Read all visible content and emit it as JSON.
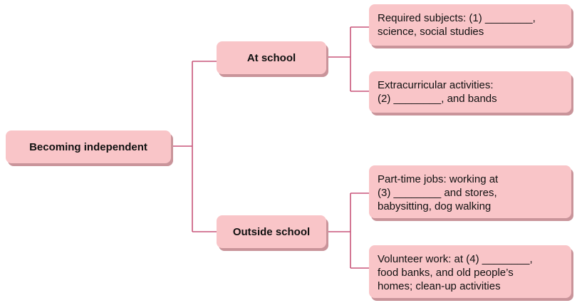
{
  "diagram": {
    "root": {
      "label": "Becoming independent"
    },
    "branches": [
      {
        "label": "At school",
        "children": [
          {
            "lines": [
              "Required subjects: (1) ________,",
              "science, social studies"
            ]
          },
          {
            "lines": [
              "Extracurricular activities:",
              "(2) ________, and bands"
            ]
          }
        ]
      },
      {
        "label": "Outside school",
        "children": [
          {
            "lines": [
              "Part-time jobs: working at",
              "(3) ________ and stores,",
              "babysitting, dog walking"
            ]
          },
          {
            "lines": [
              "Volunteer work: at (4) ________,",
              "food banks, and old people’s",
              "homes; clean-up activities"
            ]
          }
        ]
      }
    ]
  },
  "colors": {
    "box_fill": "#f9c5c8",
    "box_shadow": "#c9949a",
    "connector": "#c8557a"
  }
}
